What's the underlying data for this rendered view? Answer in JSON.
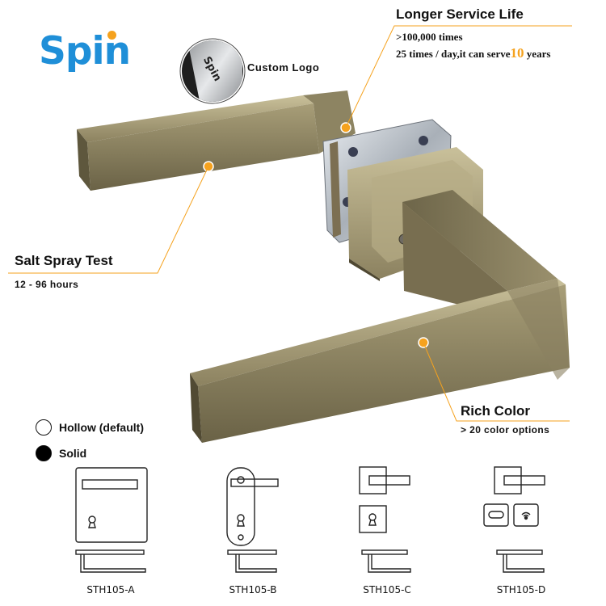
{
  "brand": {
    "name": "Spin",
    "colors": {
      "logo": "#1f8fd8",
      "accent": "#f5a21e"
    }
  },
  "callouts": {
    "service_life": {
      "title": "Longer Service Life",
      "line1": ">100,000 times",
      "line2_prefix": "25 times / day,it can serve",
      "line2_number": "10",
      "line2_suffix": " years"
    },
    "custom_logo": {
      "title": "Custom Logo",
      "engraving": "Spin"
    },
    "salt_spray": {
      "title": "Salt Spray Test",
      "detail": "12 - 96 hours"
    },
    "rich_color": {
      "title": "Rich Color",
      "detail": "> 20 color options"
    }
  },
  "options": [
    {
      "label": "Hollow (default)",
      "icon": "hollow-circle-icon"
    },
    {
      "label": "Solid",
      "icon": "solid-circle-icon"
    }
  ],
  "models": [
    {
      "code": "STH105-A"
    },
    {
      "code": "STH105-B"
    },
    {
      "code": "STH105-C"
    },
    {
      "code": "STH105-D"
    }
  ]
}
